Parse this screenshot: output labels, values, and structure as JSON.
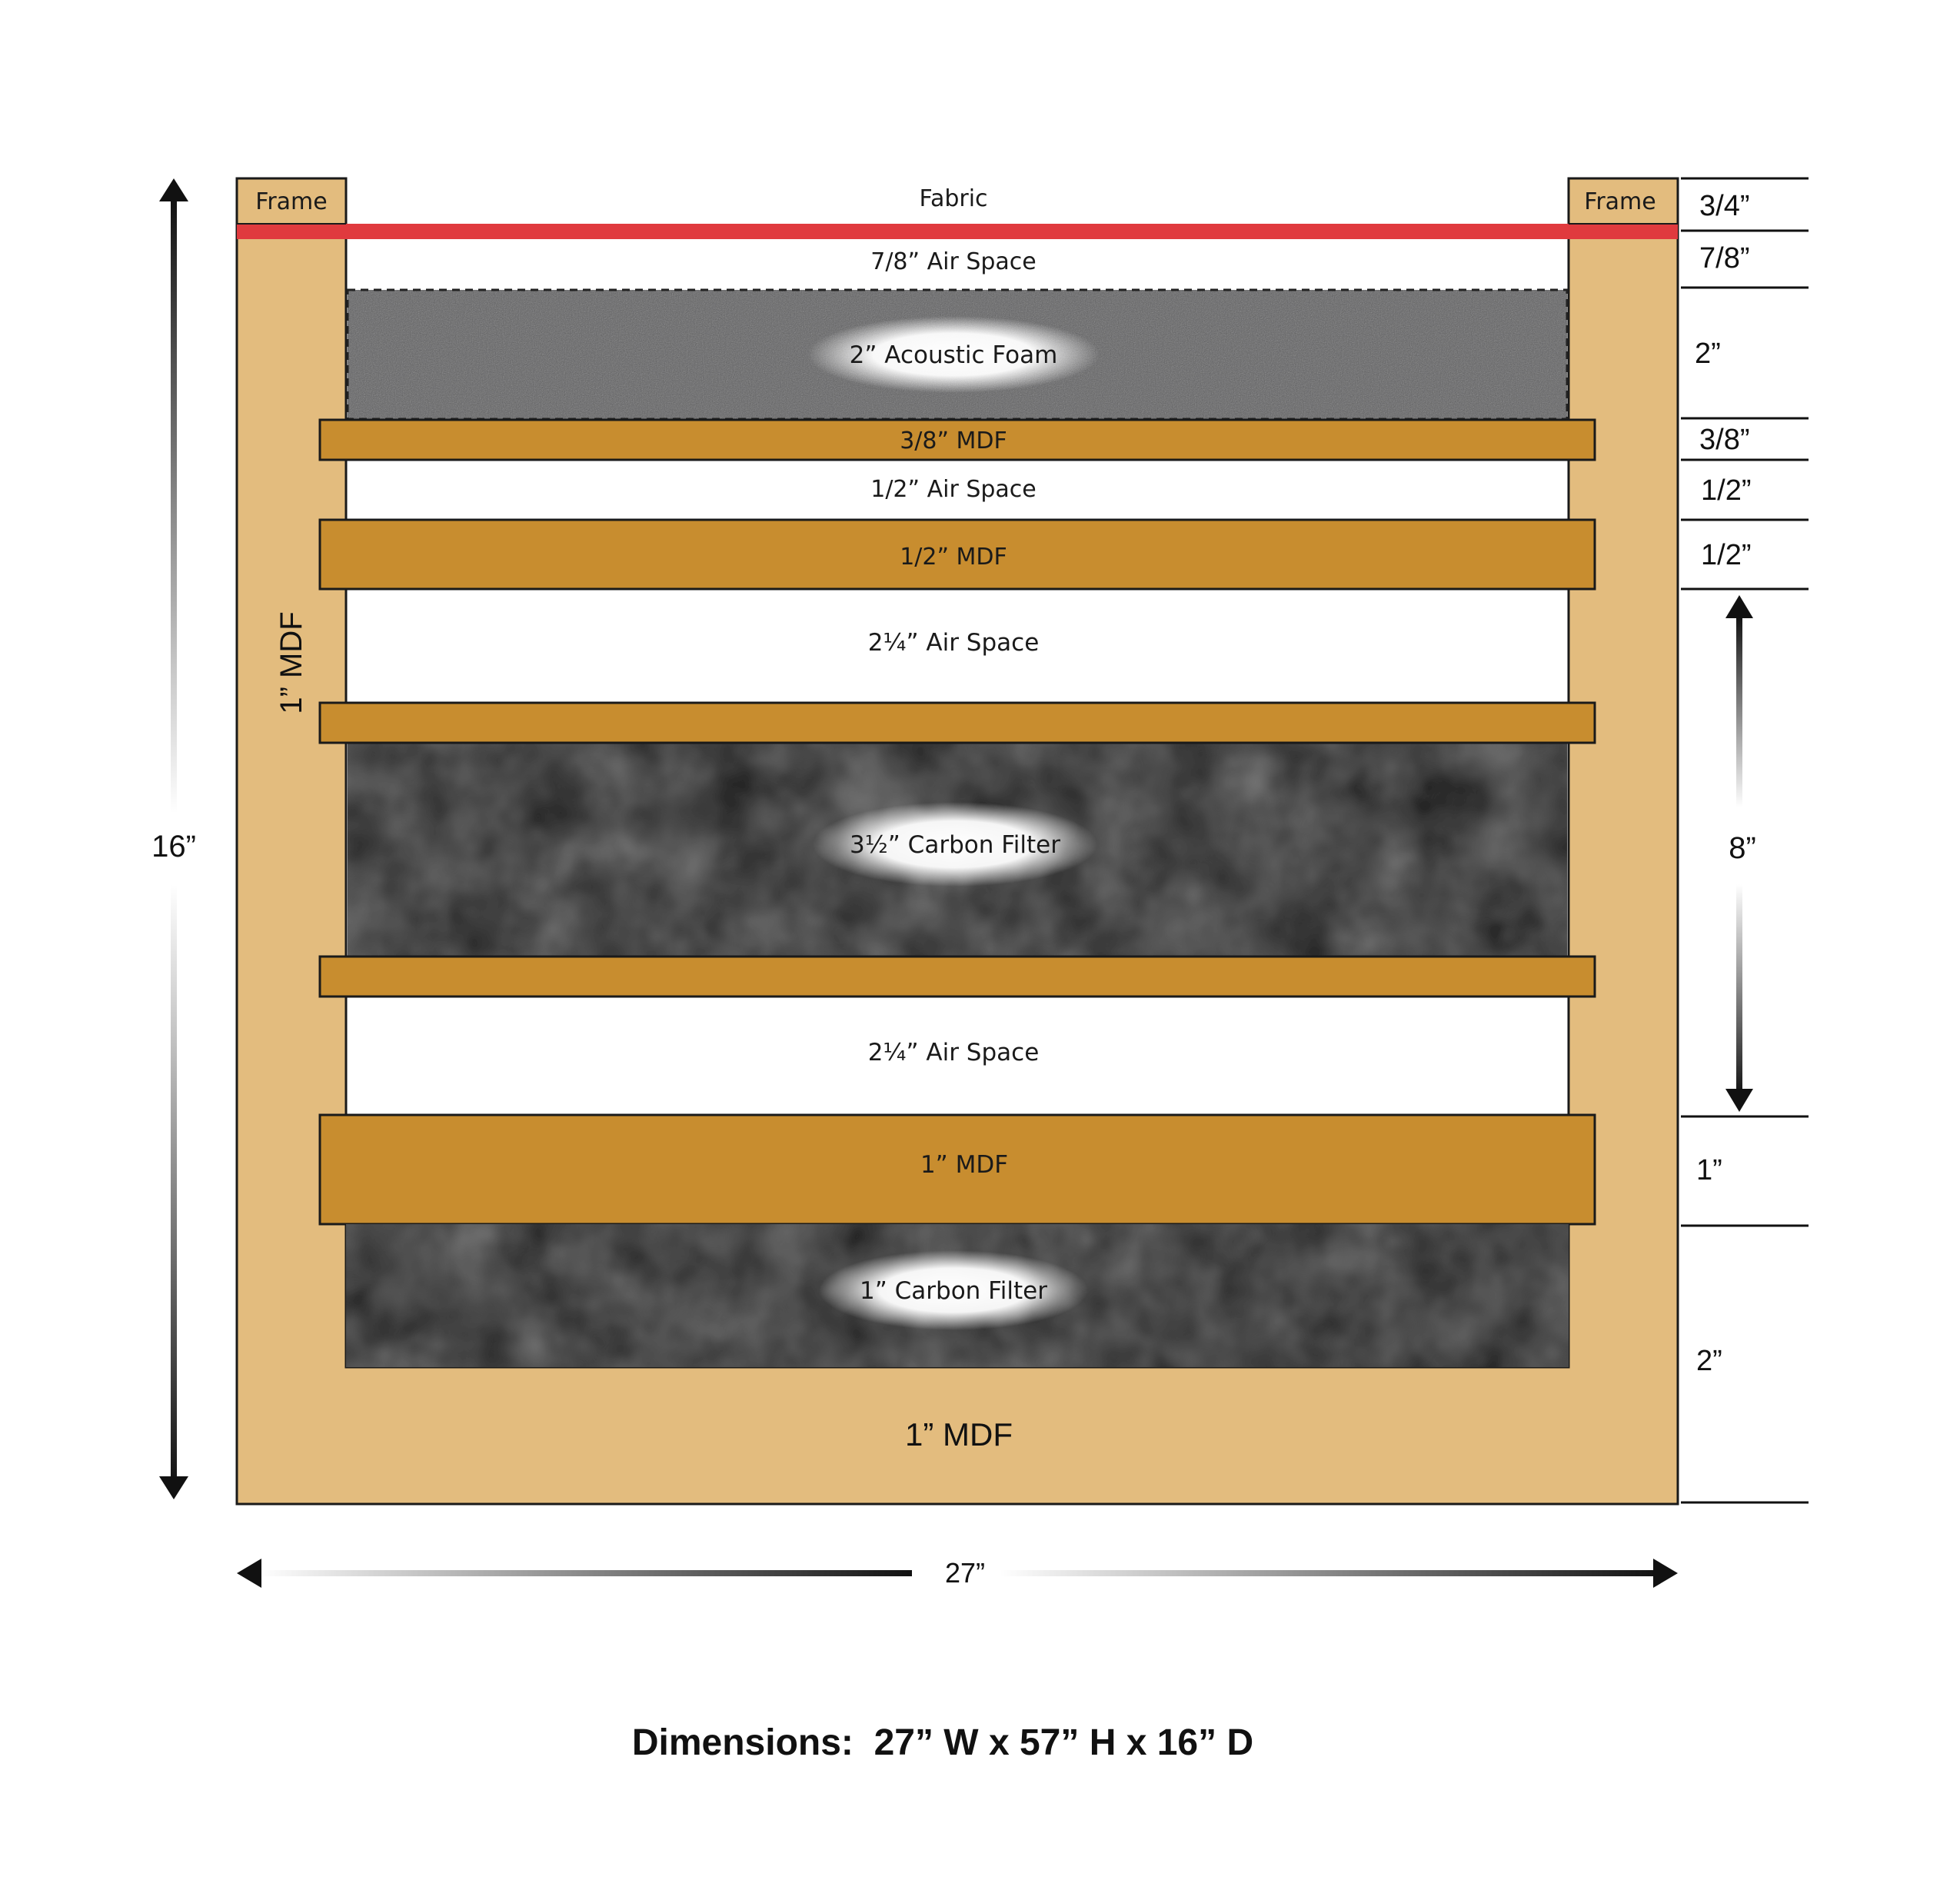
{
  "labels": {
    "frame_left": "Frame",
    "frame_right": "Frame",
    "fabric": "Fabric",
    "air_space_7_8": "7/8” Air Space",
    "acoustic_foam": "2” Acoustic Foam",
    "mdf_3_8": "3/8” MDF",
    "air_space_1_2": "1/2” Air Space",
    "mdf_1_2": "1/2” MDF",
    "air_space_2_1_4_top": "2¼” Air Space",
    "carbon_filter_3_1_2": "3½” Carbon Filter",
    "air_space_2_1_4_bottom": "2¼” Air Space",
    "mdf_1": "1” MDF",
    "carbon_filter_1": "1” Carbon Filter",
    "bottom_mdf": "1” MDF",
    "side_mdf": "1” MDF"
  },
  "dimensions": {
    "depth_total": "16”",
    "width_total": "27”",
    "right_scale": [
      "3/4”",
      "7/8”",
      "2”",
      "3/8”",
      "1/2”",
      "1/2”",
      "8”",
      "1”",
      "2”"
    ]
  },
  "caption": "Dimensions:  27” W x 57” H x 16” D",
  "colors": {
    "frame_light": "#e3bc7e",
    "mdf_dark": "#c88d2f",
    "fabric_red": "#e03a3e",
    "foam_gray": "#5e5e60",
    "carbon_black": "#1f1f1f",
    "outline": "#1a1a1a"
  }
}
